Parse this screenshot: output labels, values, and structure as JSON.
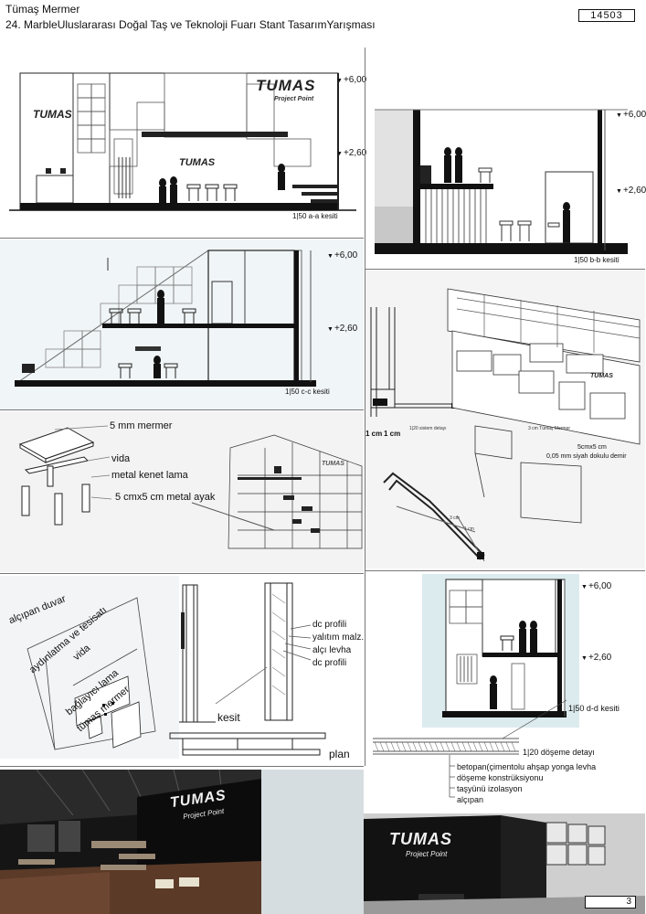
{
  "header": {
    "title": "Tümaş Mermer",
    "subtitle": "24. MarbleUluslararası Doğal Taş ve Teknoloji Fuarı Stant TasarımYarışması",
    "code": "14503"
  },
  "brand": {
    "logo": "TUMAS",
    "tagline": "Project Point"
  },
  "sections": {
    "aa": {
      "label": "1|50 a-a kesiti",
      "level_high": "+6,00",
      "level_mid": "+2,60"
    },
    "bb": {
      "label": "1|50 b-b kesiti",
      "level_high": "+6,00",
      "level_mid": "+2,60"
    },
    "cc": {
      "label": "1|50 c-c kesiti",
      "level_high": "+6,00",
      "level_mid": "+2,60"
    },
    "dd": {
      "label": "1|50 d-d kesiti",
      "level_high": "+6,00",
      "level_mid": "+2,60"
    }
  },
  "system_detail": {
    "label": "1|20 sistem detayı",
    "dim1": "1 cm",
    "dim2": "1 cm",
    "marble_note": "3 cm Tümaş Mermer",
    "steel_note_1": "5cmx5 cm",
    "steel_note_2": "0,05 mm siyah dokulu demir",
    "dim3": "3 cm",
    "dim4": "1 cm"
  },
  "table_detail": {
    "marble": "5 mm mermer",
    "screw": "vida",
    "clamp": "metal kenet lama",
    "leg": "5 cmx5 cm metal ayak"
  },
  "wall_detail": {
    "drywall": "alçıpan duvar",
    "lighting": "aydınlatma ve tesisatı",
    "screw": "vida",
    "bracket": "bağlayıcı lama",
    "marble": "tümaş mermer",
    "dc1": "dc profili",
    "insulation": "yalıtım malz.",
    "plaster": "alçı levha",
    "dc2": "dc profili",
    "section": "kesit",
    "plan": "plan"
  },
  "floor_detail": {
    "label": "1|20 döşeme detayı",
    "layer1": "betopan(çimentolu ahşap yonga levha",
    "layer2": "döşeme konstrüksiyonu",
    "layer3": "taşyünü izolasyon",
    "layer4": "alçıpan"
  },
  "page_number": "3"
}
